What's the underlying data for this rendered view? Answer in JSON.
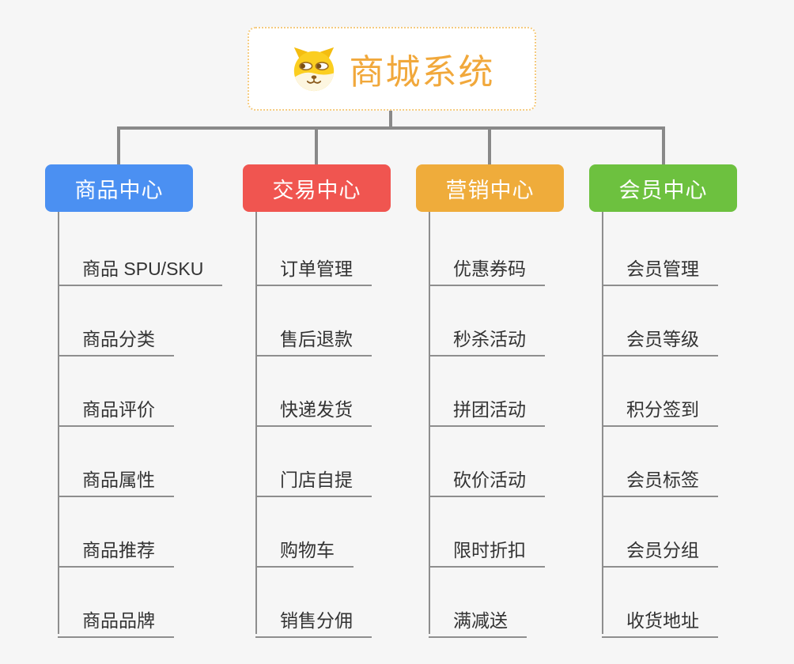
{
  "root": {
    "title": "商城系统",
    "icon": "dog-face-icon",
    "accent_color": "#F1A83B",
    "border_color": "#F5CB80"
  },
  "connector_color": "#898989",
  "background_color": "#F6F6F6",
  "branches": [
    {
      "label": "商品中心",
      "color": "#4B90F2",
      "children": [
        "商品 SPU/SKU",
        "商品分类",
        "商品评价",
        "商品属性",
        "商品推荐",
        "商品品牌"
      ]
    },
    {
      "label": "交易中心",
      "color": "#F05550",
      "children": [
        "订单管理",
        "售后退款",
        "快递发货",
        "门店自提",
        "购物车",
        "销售分佣"
      ]
    },
    {
      "label": "营销中心",
      "color": "#EFAC3B",
      "children": [
        "优惠券码",
        "秒杀活动",
        "拼团活动",
        "砍价活动",
        "限时折扣",
        "满减送"
      ]
    },
    {
      "label": "会员中心",
      "color": "#6DC13F",
      "children": [
        "会员管理",
        "会员等级",
        "积分签到",
        "会员标签",
        "会员分组",
        "收货地址"
      ]
    }
  ]
}
